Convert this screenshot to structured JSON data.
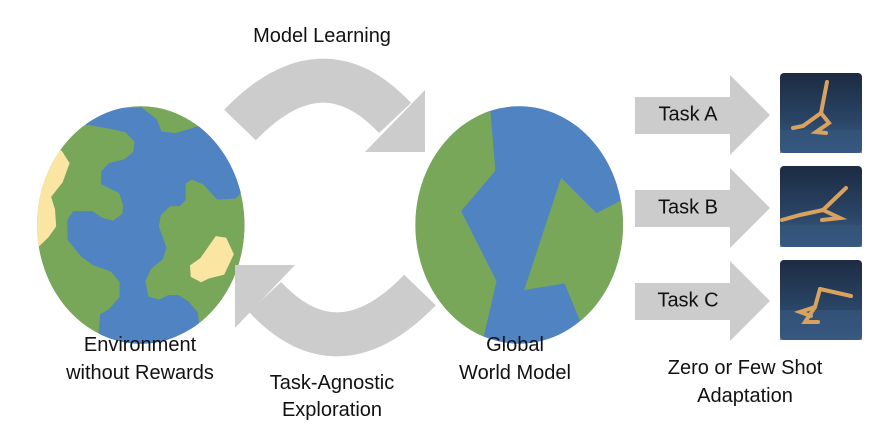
{
  "labels": {
    "model_learning": "Model Learning",
    "env_line1": "Environment",
    "env_line2": "without Rewards",
    "explore_line1": "Task-Agnostic",
    "explore_line2": "Exploration",
    "global_line1": "Global",
    "global_line2": "World Model",
    "adapt_line1": "Zero or Few Shot",
    "adapt_line2": "Adaptation"
  },
  "tasks": [
    {
      "label": "Task A"
    },
    {
      "label": "Task B"
    },
    {
      "label": "Task C"
    }
  ],
  "colors": {
    "ocean": "#4f83c2",
    "land": "#78a75a",
    "sand": "#fbe5a3",
    "arrow": "#cccccc",
    "scene": "#1f3554",
    "walker": "#d9a25e"
  }
}
